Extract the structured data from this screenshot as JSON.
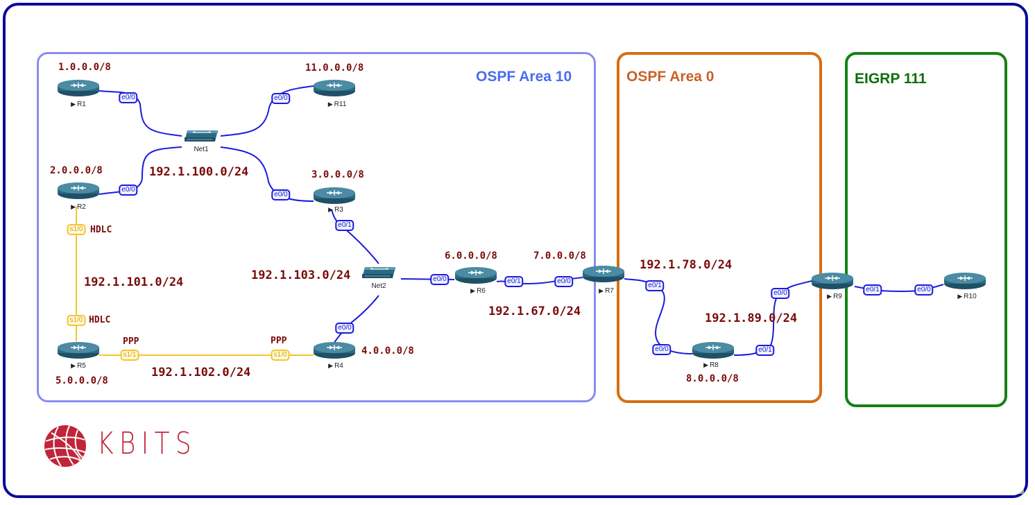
{
  "zones": [
    {
      "id": "a10",
      "title": "OSPF Area 10",
      "color": "#4a6cf0"
    },
    {
      "id": "a0",
      "title": "OSPF Area 0",
      "color": "#c8622c"
    },
    {
      "id": "eigrp",
      "title": "EIGRP 111",
      "color": "#0e6e0e"
    }
  ],
  "colors": {
    "ethernet_link": "#1b1bdd",
    "serial_link": "#f4c430",
    "label_text": "#7a0a0a",
    "frame": "#0a0a9c",
    "logo": "#c0253a"
  },
  "devices": {
    "R1": {
      "name": "R1",
      "prefix": "1.0.0.0/8"
    },
    "R2": {
      "name": "R2",
      "prefix": "2.0.0.0/8"
    },
    "R3": {
      "name": "R3",
      "prefix": "3.0.0.0/8"
    },
    "R4": {
      "name": "R4",
      "prefix": "4.0.0.0/8"
    },
    "R5": {
      "name": "R5",
      "prefix": "5.0.0.0/8"
    },
    "R6": {
      "name": "R6",
      "prefix": "6.0.0.0/8"
    },
    "R7": {
      "name": "R7",
      "prefix": "7.0.0.0/8"
    },
    "R8": {
      "name": "R8",
      "prefix": "8.0.0.0/8"
    },
    "R9": {
      "name": "R9"
    },
    "R10": {
      "name": "R10"
    },
    "R11": {
      "name": "R11",
      "prefix": "11.0.0.0/8"
    },
    "Net1": {
      "name": "Net1"
    },
    "Net2": {
      "name": "Net2"
    }
  },
  "networks": {
    "net100": "192.1.100.0/24",
    "net101": "192.1.101.0/24",
    "net102": "192.1.102.0/24",
    "net103": "192.1.103.0/24",
    "net67": "192.1.67.0/24",
    "net78": "192.1.78.0/24",
    "net89": "192.1.89.0/24"
  },
  "protocols": {
    "r2_s10": "HDLC",
    "r5_s10": "HDLC",
    "r5_s11": "PPP",
    "r4_s10": "PPP"
  },
  "interfaces": {
    "r1_e00": "e0/0",
    "r11_e00": "e0/0",
    "r2_e00": "e0/0",
    "r3_e00": "e0/0",
    "r3_e01": "e0/1",
    "r2_s10": "s1/0",
    "r5_s10": "s1/0",
    "r5_s11": "s1/1",
    "r4_s10": "s1/0",
    "r4_e00": "e0/0",
    "r6_e00": "e0/0",
    "r6_e01": "e0/1",
    "r7_e00": "e0/0",
    "r7_e01": "e0/1",
    "r8_e00": "e0/0",
    "r8_e01": "e0/1",
    "r9_e00": "e0/0",
    "r9_e01": "e0/1",
    "r10_e00": "e0/0"
  },
  "logo": {
    "text": "KBITS"
  }
}
